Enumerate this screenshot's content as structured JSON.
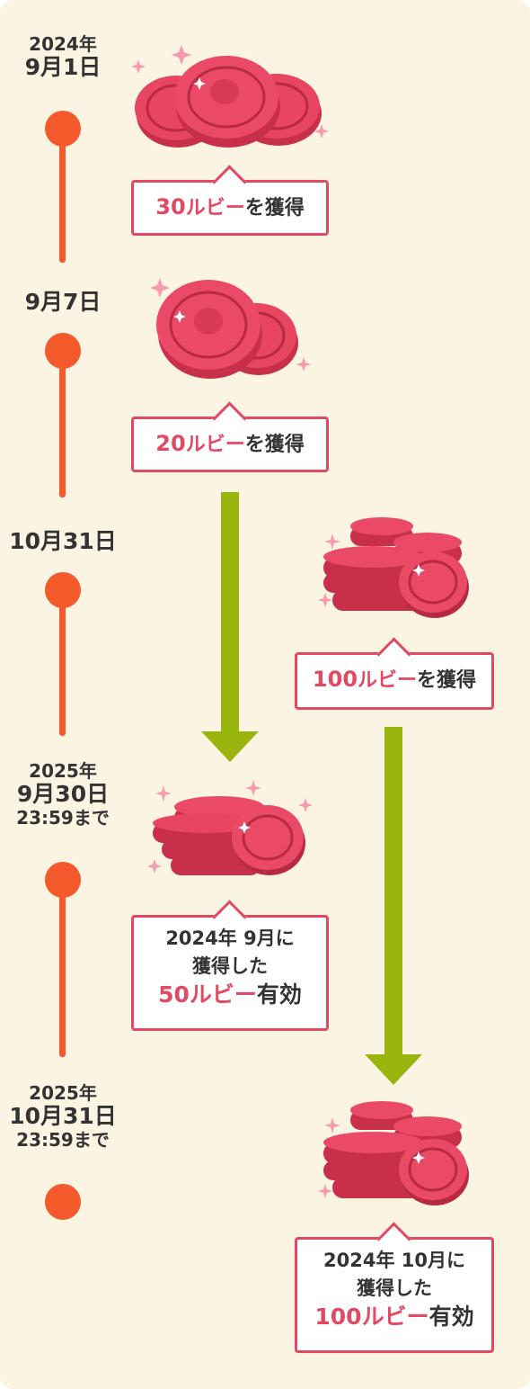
{
  "colors": {
    "background": "#fcf4e3",
    "timeline": "#f55a2c",
    "arrow": "#99b50d",
    "accent": "#e24a63"
  },
  "events": [
    {
      "year": "2024年",
      "date": "9月1日",
      "time": "",
      "bubble": {
        "amount": "30",
        "unit": "ルビー",
        "suffix": "を獲得"
      }
    },
    {
      "year": "",
      "date": "9月7日",
      "time": "",
      "bubble": {
        "amount": "20",
        "unit": "ルビー",
        "suffix": "を獲得"
      }
    },
    {
      "year": "",
      "date": "10月31日",
      "time": "",
      "bubble": {
        "amount": "100",
        "unit": "ルビー",
        "suffix": "を獲得"
      }
    },
    {
      "year": "2025年",
      "date": "9月30日",
      "time": "23:59まで",
      "bubble": {
        "line1": "2024年 9月に",
        "line2": "獲得した",
        "amount": "50",
        "unit": "ルビー",
        "suffix": "有効"
      }
    },
    {
      "year": "2025年",
      "date": "10月31日",
      "time": "23:59まで",
      "bubble": {
        "line1": "2024年 10月に",
        "line2": "獲得した",
        "amount": "100",
        "unit": "ルビー",
        "suffix": "有効"
      }
    }
  ],
  "icons": [
    "ruby-coins-3-icon",
    "ruby-coins-2-icon",
    "ruby-coin-stack-icon",
    "ruby-coin-stack-icon",
    "ruby-coin-stack-icon",
    "arrow-down-icon",
    "sparkle-icon"
  ]
}
